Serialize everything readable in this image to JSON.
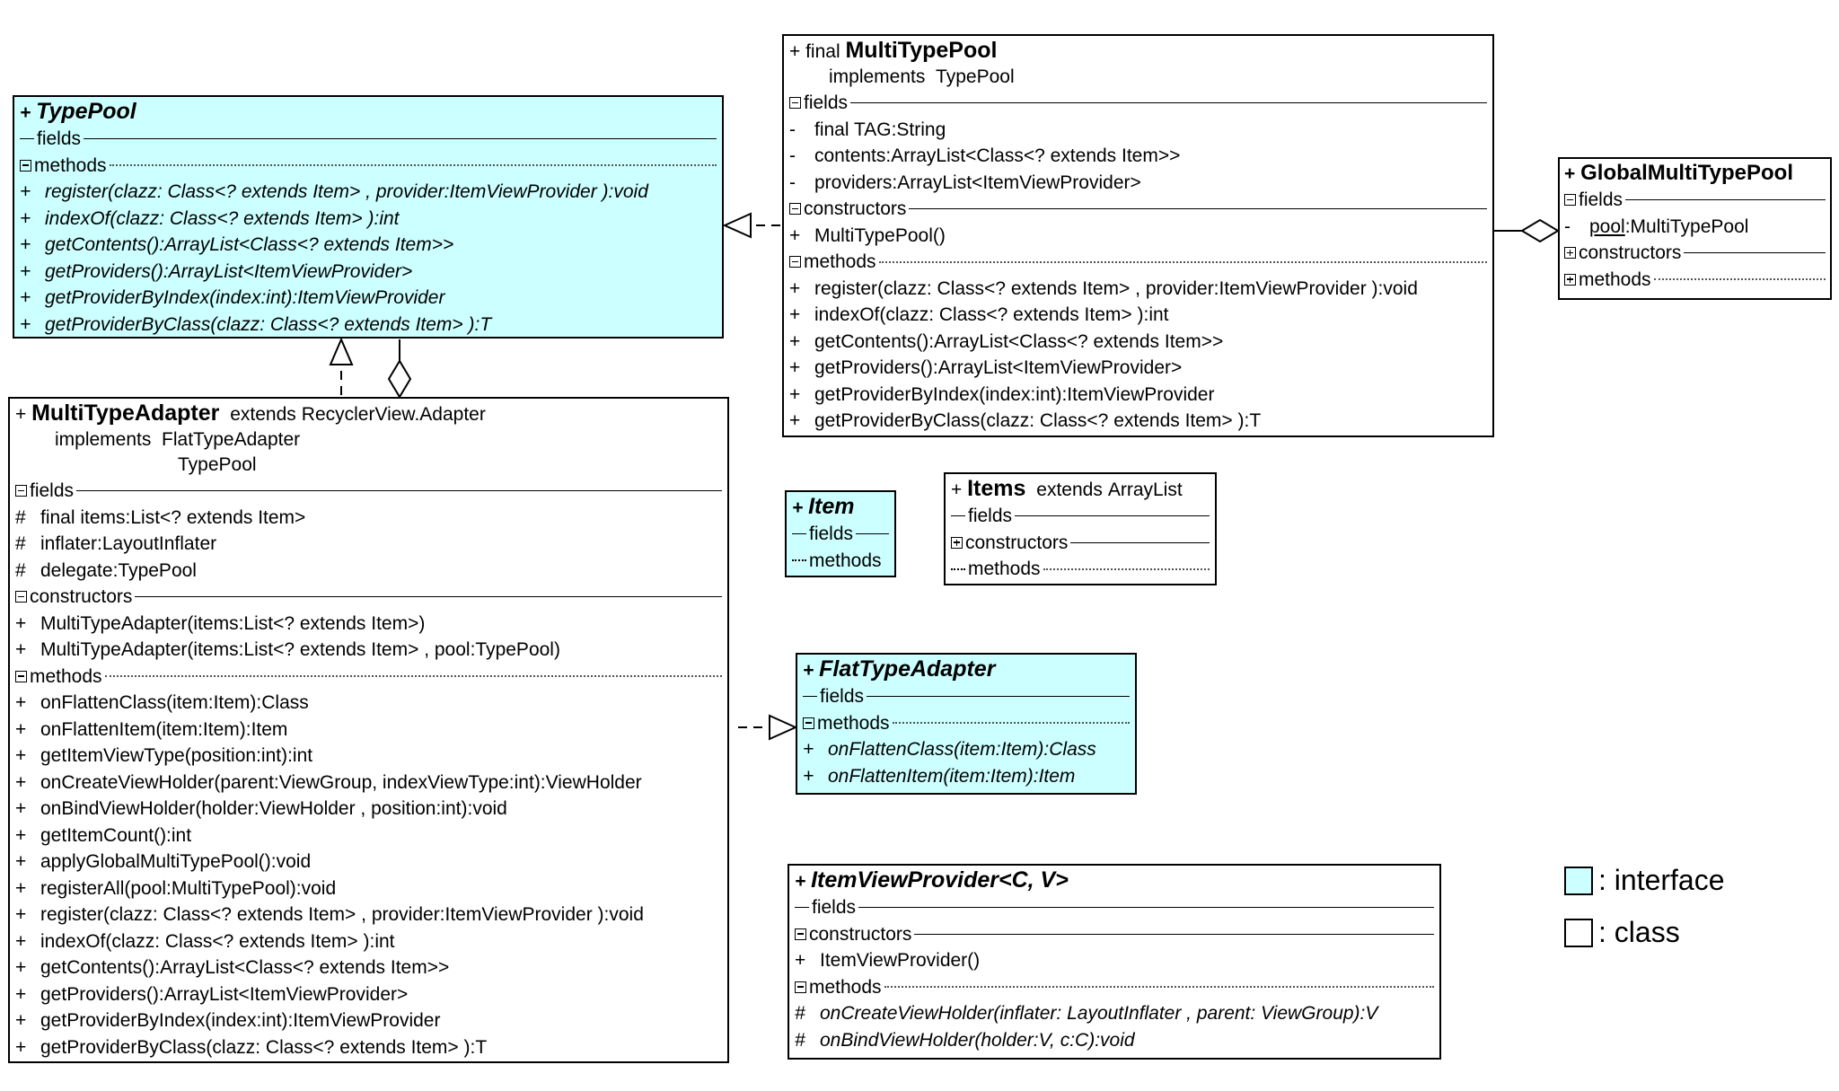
{
  "colors": {
    "interface_fill": "#ccffff",
    "class_fill": "#ffffff",
    "stroke": "#000000"
  },
  "boxes": {
    "typepool": {
      "head": {
        "vis": "+",
        "name": "TypePool"
      },
      "sections": {
        "fields": "fields",
        "methods": "methods"
      },
      "methods": [
        {
          "vis": "+",
          "text": "register(clazz: Class<? extends Item> ,  provider:ItemViewProvider ):void"
        },
        {
          "vis": "+",
          "text": "indexOf(clazz: Class<? extends Item> ):int"
        },
        {
          "vis": "+",
          "text": "getContents():ArrayList<Class<? extends Item>>"
        },
        {
          "vis": "+",
          "text": "getProviders():ArrayList<ItemViewProvider>"
        },
        {
          "vis": "+",
          "text": "getProviderByIndex(index:int):ItemViewProvider"
        },
        {
          "vis": "+",
          "text": "getProviderByClass(clazz: Class<? extends Item> ):T"
        }
      ]
    },
    "multitypepool": {
      "head": {
        "prefix": "+ final",
        "name": "MultiTypePool",
        "impl_kw": "implements",
        "impl_name": "TypePool"
      },
      "sections": {
        "fields": "fields",
        "constructors": "constructors",
        "methods": "methods"
      },
      "fields": [
        {
          "vis": "-",
          "text": "final    TAG:String"
        },
        {
          "vis": "-",
          "text": "contents:ArrayList<Class<? extends Item>>"
        },
        {
          "vis": "-",
          "text": "providers:ArrayList<ItemViewProvider>"
        }
      ],
      "constructors": [
        {
          "vis": "+",
          "text": "MultiTypePool()"
        }
      ],
      "methods": [
        {
          "vis": "+",
          "text": "register(clazz: Class<? extends Item> ,  provider:ItemViewProvider ):void"
        },
        {
          "vis": "+",
          "text": "indexOf(clazz: Class<? extends Item> ):int"
        },
        {
          "vis": "+",
          "text": "getContents():ArrayList<Class<? extends Item>>"
        },
        {
          "vis": "+",
          "text": "getProviders():ArrayList<ItemViewProvider>"
        },
        {
          "vis": "+",
          "text": "getProviderByIndex(index:int):ItemViewProvider"
        },
        {
          "vis": "+",
          "text": "getProviderByClass(clazz: Class<? extends Item> ):T"
        }
      ]
    },
    "globalmultitypepool": {
      "head": {
        "vis": "+",
        "name": "GlobalMultiTypePool"
      },
      "sections": {
        "fields": "fields",
        "constructors": "constructors",
        "methods": "methods"
      },
      "fields": [
        {
          "vis": "-",
          "text": "pool",
          "type": ":MultiTypePool"
        }
      ]
    },
    "multitypeadapter": {
      "head": {
        "vis": "+",
        "name": "MultiTypeAdapter",
        "extends_kw": "extends",
        "extends_name": "RecyclerView.Adapter",
        "impl_kw": "implements",
        "impl_1": "FlatTypeAdapter",
        "impl_2": "TypePool"
      },
      "sections": {
        "fields": "fields",
        "constructors": "constructors",
        "methods": "methods"
      },
      "fields": [
        {
          "vis": "#",
          "text": "final    items:List<? extends Item>"
        },
        {
          "vis": "#",
          "text": "inflater:LayoutInflater"
        },
        {
          "vis": "#",
          "text": "delegate:TypePool"
        }
      ],
      "constructors": [
        {
          "vis": "+",
          "text": "MultiTypeAdapter(items:List<? extends Item>)"
        },
        {
          "vis": "+",
          "text": "MultiTypeAdapter(items:List<? extends Item> ,  pool:TypePool)"
        }
      ],
      "methods": [
        {
          "vis": "+",
          "text": "onFlattenClass(item:Item):Class"
        },
        {
          "vis": "+",
          "text": "onFlattenItem(item:Item):Item"
        },
        {
          "vis": "+",
          "text": "getItemViewType(position:int):int"
        },
        {
          "vis": "+",
          "text": "onCreateViewHolder(parent:ViewGroup,  indexViewType:int):ViewHolder"
        },
        {
          "vis": "+",
          "text": "onBindViewHolder(holder:ViewHolder ,  position:int):void"
        },
        {
          "vis": "+",
          "text": "getItemCount():int"
        },
        {
          "vis": "+",
          "text": "applyGlobalMultiTypePool():void"
        },
        {
          "vis": "+",
          "text": "registerAll(pool:MultiTypePool):void"
        },
        {
          "vis": "+",
          "text": "register(clazz: Class<? extends Item> ,  provider:ItemViewProvider ):void"
        },
        {
          "vis": "+",
          "text": "indexOf(clazz: Class<? extends Item> ):int"
        },
        {
          "vis": "+",
          "text": "getContents():ArrayList<Class<? extends Item>>"
        },
        {
          "vis": "+",
          "text": "getProviders():ArrayList<ItemViewProvider>"
        },
        {
          "vis": "+",
          "text": "getProviderByIndex(index:int):ItemViewProvider"
        },
        {
          "vis": "+",
          "text": "getProviderByClass(clazz: Class<? extends Item> ):T"
        }
      ]
    },
    "item": {
      "head": {
        "vis": "+",
        "name": "Item"
      },
      "sections": {
        "fields": "fields",
        "methods": "methods"
      }
    },
    "items": {
      "head": {
        "vis": "+",
        "name": "Items",
        "extends_kw": "extends",
        "extends_name": "ArrayList"
      },
      "sections": {
        "fields": "fields",
        "constructors": "constructors",
        "methods": "methods"
      }
    },
    "flattypeadapter": {
      "head": {
        "vis": "+",
        "name": "FlatTypeAdapter"
      },
      "sections": {
        "fields": "fields",
        "methods": "methods"
      },
      "methods": [
        {
          "vis": "+",
          "text": "onFlattenClass(item:Item):Class"
        },
        {
          "vis": "+",
          "text": "onFlattenItem(item:Item):Item"
        }
      ]
    },
    "itemviewprovider": {
      "head": {
        "vis": "+",
        "name": "ItemViewProvider<C, V>"
      },
      "sections": {
        "fields": "fields",
        "constructors": "constructors",
        "methods": "methods"
      },
      "constructors": [
        {
          "vis": "+",
          "text": "ItemViewProvider()"
        }
      ],
      "methods": [
        {
          "vis": "#",
          "text": "onCreateViewHolder(inflater: LayoutInflater ,  parent: ViewGroup):V"
        },
        {
          "vis": "#",
          "text": "onBindViewHolder(holder:V,  c:C):void"
        }
      ]
    }
  },
  "legend": {
    "interface_label": ": interface",
    "class_label": ": class"
  }
}
